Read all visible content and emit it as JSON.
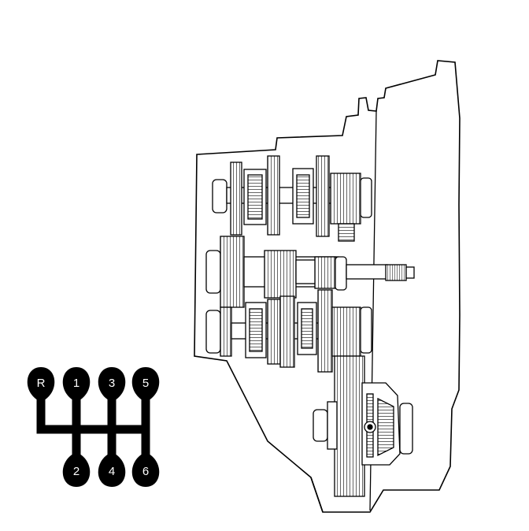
{
  "shift_pattern": {
    "gates": [
      {
        "label": "R",
        "row": "top",
        "column": 0
      },
      {
        "label": "1",
        "row": "top",
        "column": 1
      },
      {
        "label": "3",
        "row": "top",
        "column": 2
      },
      {
        "label": "5",
        "row": "top",
        "column": 3
      },
      {
        "label": "2",
        "row": "bottom",
        "column": 1
      },
      {
        "label": "4",
        "row": "bottom",
        "column": 2
      },
      {
        "label": "6",
        "row": "bottom",
        "column": 3
      }
    ]
  },
  "colors": {
    "line": "#000000",
    "background": "#ffffff",
    "knob_text": "#ffffff"
  }
}
